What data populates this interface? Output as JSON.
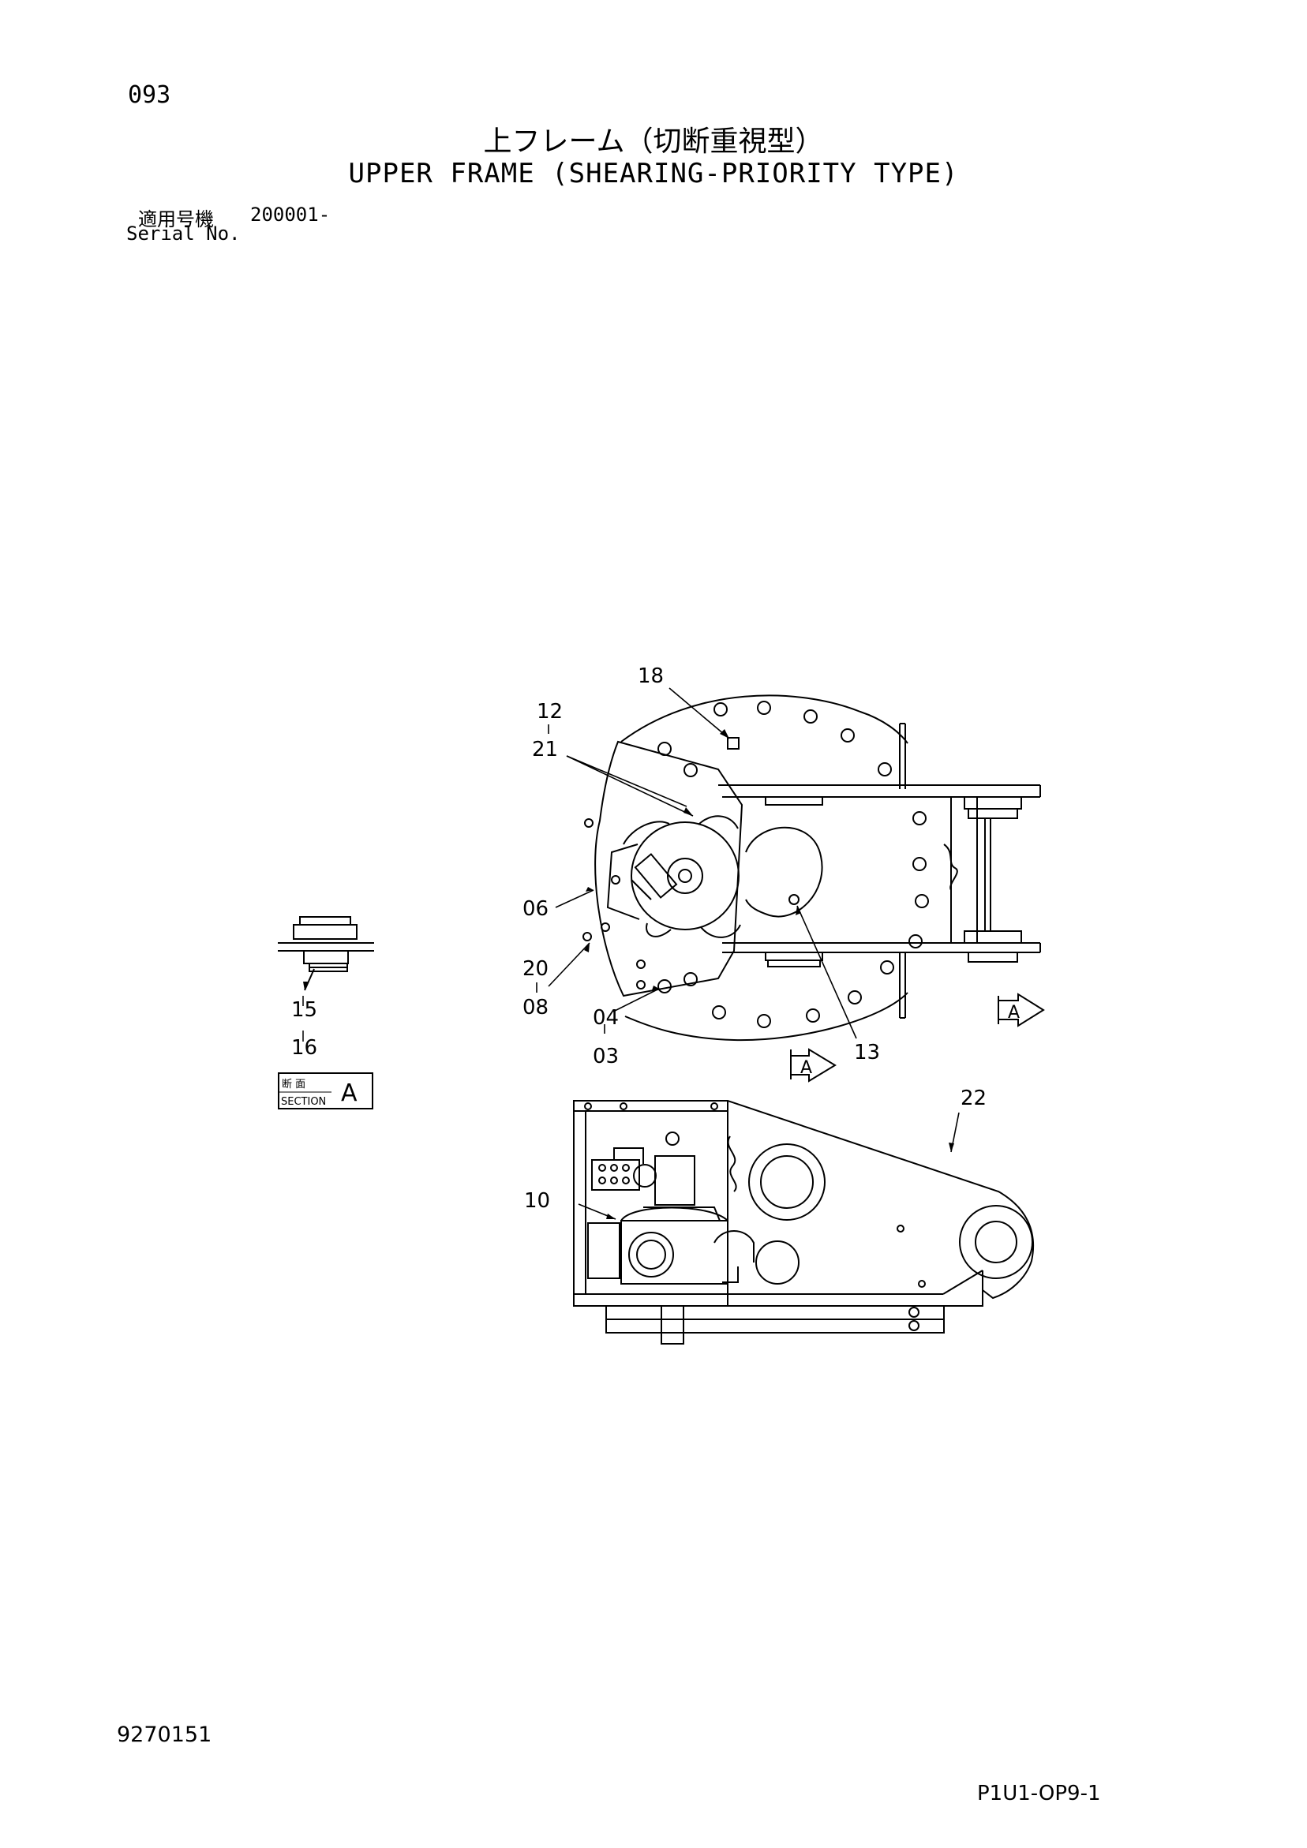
{
  "page": {
    "page_number": "093",
    "title_jp": "上フレーム（切断重視型）",
    "title_en": "UPPER FRAME (SHEARING-PRIORITY TYPE)",
    "serial_label_jp": "適用号機",
    "serial_value": "200001-",
    "serial_label_en": "Serial No.",
    "document_number": "9270151",
    "sheet_code": "P1U1-OP9-1"
  },
  "callouts": {
    "c18": "18",
    "c12": "12",
    "c21": "21",
    "c06": "06",
    "c20": "20",
    "c08": "08",
    "c04": "04",
    "c03": "03",
    "c13": "13",
    "c15": "15",
    "c16": "16",
    "c22": "22",
    "c10": "10"
  },
  "section": {
    "jp": "断 面",
    "en": "SECTION",
    "letter": "A"
  },
  "view_arrows": {
    "arrow1_letter": "A",
    "arrow2_letter": "A"
  }
}
